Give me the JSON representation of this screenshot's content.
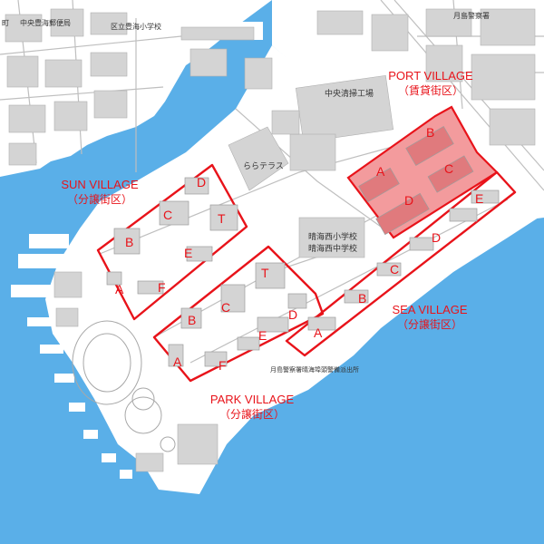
{
  "colors": {
    "water": "#5aafe8",
    "land": "#ffffff",
    "building": "#d4d4d4",
    "outline": "#e8131a",
    "rental_fill": "#f39b9d"
  },
  "map_labels": {
    "school_top": "区立豊海小学校",
    "post_office": "中央豊海郵便局",
    "police_top": "月島警察署",
    "cleaning_plant": "中央清掃工場",
    "lala_terrace": "ららテラス",
    "elementary_school": "晴海西小学校",
    "junior_high_school": "晴海西中学校",
    "police_station": "月島警察署晴海埠頭警備派出所",
    "corner_fragment": "町"
  },
  "villages": {
    "port": {
      "name": "PORT VILLAGE",
      "type": "（賃貸街区）",
      "blocks": [
        "A",
        "B",
        "C",
        "D"
      ]
    },
    "sun": {
      "name": "SUN VILLAGE",
      "type": "（分譲街区）",
      "blocks": [
        "A",
        "B",
        "C",
        "D",
        "E",
        "F"
      ]
    },
    "park": {
      "name": "PARK VILLAGE",
      "type": "（分譲街区）",
      "blocks": [
        "A",
        "B",
        "C",
        "D",
        "E",
        "F",
        "T"
      ]
    },
    "sea": {
      "name": "SEA VILLAGE",
      "type": "（分譲街区）",
      "blocks": [
        "A",
        "B",
        "C",
        "D",
        "E"
      ]
    },
    "tower": "T"
  }
}
